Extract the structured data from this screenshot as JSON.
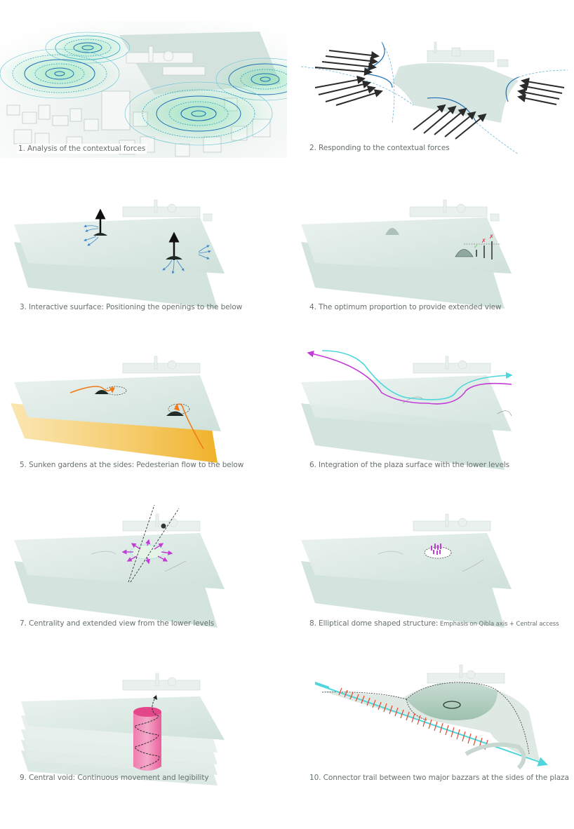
{
  "colors": {
    "plaza": "#d7e6e1",
    "plaza_dark": "#bcd3cb",
    "caption": "#66706e",
    "ripple_blue": "#1f6fb5",
    "ripple_green": "#3fcf8e",
    "arrow_dark": "#2b2b2b",
    "flow_blue": "#3a86c8",
    "orange": "#f07a1a",
    "gold": "#f3b632",
    "magenta": "#c23cd6",
    "cyan": "#4fd6dc",
    "pink_void": "#f0589a",
    "check_green": "#4ec24e",
    "cross_red": "#e0344a",
    "trail_red": "#e8452a"
  },
  "panels": [
    {
      "number": "1",
      "caption": "1. Analysis of the contextual forces",
      "icon": "ripple-rings"
    },
    {
      "number": "2",
      "caption": "2. Responding to the contextual forces",
      "icon": "force-arrows"
    },
    {
      "number": "3",
      "caption": "3. Interactive suurface: Positioning the openings to the below",
      "icon": "upward-arrows"
    },
    {
      "number": "4",
      "caption": "4. The optimum proportion to provide extended view",
      "icon": "proportion-bars"
    },
    {
      "number": "5",
      "caption": "5. Sunken gardens at the sides: Pedesterian flow to the below",
      "icon": "orange-flow"
    },
    {
      "number": "6",
      "caption": "6. Integration of the plaza surface with the lower levels",
      "icon": "integration-paths"
    },
    {
      "number": "7",
      "caption": "7. Centrality and extended view from the lower levels",
      "icon": "radial-arrows"
    },
    {
      "number": "8",
      "caption_main": "8. Elliptical dome shaped structure:",
      "caption_sub": " Emphasis on Qibla axis + Central access",
      "icon": "elliptical-dome"
    },
    {
      "number": "9",
      "caption": "9. Central void: Continuous movement and legibility",
      "icon": "spiral-void"
    },
    {
      "number": "10",
      "caption": "10. Connector trail between two major bazzars at the sides of the plaza",
      "icon": "connector-trail"
    }
  ],
  "annotations": {
    "panel4_marks": [
      "✓",
      "✗",
      "✗"
    ]
  }
}
